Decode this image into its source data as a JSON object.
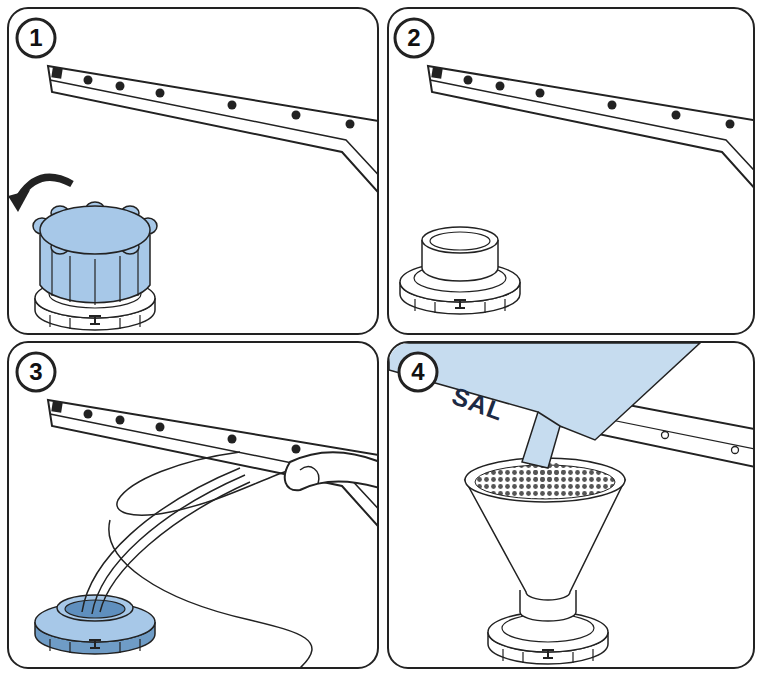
{
  "diagram": {
    "labels": [
      "1",
      "2",
      "3",
      "4",
      "SAL"
    ]
  }
}
